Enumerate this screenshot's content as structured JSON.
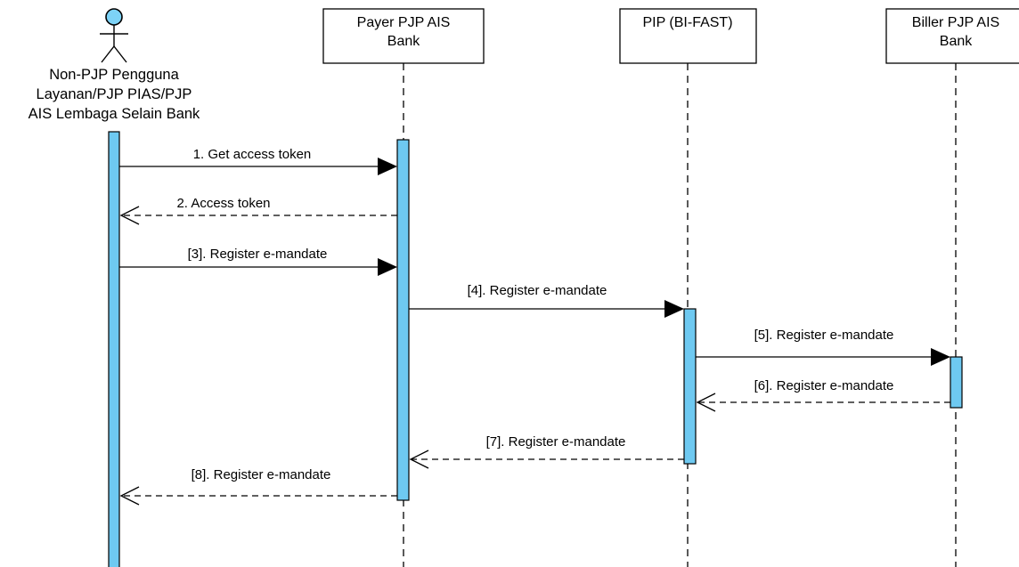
{
  "actor": {
    "label_lines": [
      "Non-PJP Pengguna",
      "Layanan/PJP PIAS/PJP",
      "AIS Lembaga Selain Bank"
    ]
  },
  "participants": [
    {
      "label_lines": [
        "Payer PJP AIS",
        "Bank"
      ]
    },
    {
      "label_lines": [
        "PIP (BI-FAST)"
      ]
    },
    {
      "label_lines": [
        "Biller PJP AIS",
        "Bank"
      ]
    }
  ],
  "messages": [
    {
      "label": "1. Get access token",
      "style": "solid"
    },
    {
      "label": "2. Access token",
      "style": "dashed"
    },
    {
      "label": "[3]. Register e-mandate",
      "style": "solid"
    },
    {
      "label": "[4]. Register e-mandate",
      "style": "solid"
    },
    {
      "label": "[5]. Register e-mandate",
      "style": "solid"
    },
    {
      "label": "[6]. Register e-mandate",
      "style": "dashed"
    },
    {
      "label": "[7]. Register e-mandate",
      "style": "dashed"
    },
    {
      "label": "[8]. Register e-mandate",
      "style": "dashed"
    }
  ],
  "colors": {
    "activation_fill": "#6ec9f1",
    "actor_head_fill": "#7dd3f7",
    "line": "#000000",
    "background": "#ffffff"
  }
}
